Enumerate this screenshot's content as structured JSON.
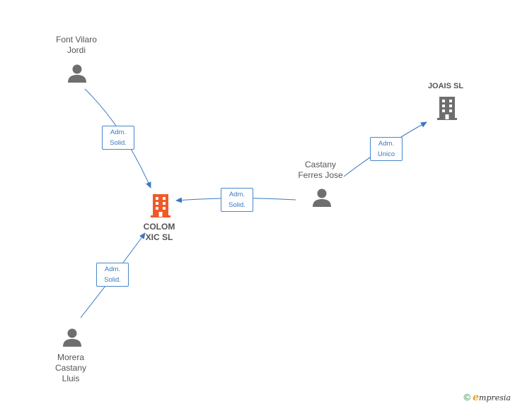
{
  "nodes": {
    "font_vilaro": {
      "line1": "Font Vilaro",
      "line2": "Jordi"
    },
    "joais": {
      "line1": "JOAIS  SL"
    },
    "castany": {
      "line1": "Castany",
      "line2": "Ferres Jose"
    },
    "colom": {
      "line1": "COLOM",
      "line2": "XIC  SL"
    },
    "morera": {
      "line1": "Morera",
      "line2": "Castany",
      "line3": "Lluis"
    }
  },
  "edges": {
    "font_to_colom": {
      "line1": "Adm.",
      "line2": "Solid."
    },
    "castany_to_colom": {
      "line1": "Adm.",
      "line2": "Solid."
    },
    "castany_to_joais": {
      "line1": "Adm.",
      "line2": "Unico"
    },
    "morera_to_colom": {
      "line1": "Adm.",
      "line2": "Solid."
    }
  },
  "colors": {
    "edge": "#3a78c2",
    "person": "#6e6e6e",
    "company": "#6e6e6e",
    "main_company": "#f05a28"
  },
  "footer": {
    "copyright": "©",
    "brand_initial": "e",
    "brand_rest": "mpresia"
  }
}
